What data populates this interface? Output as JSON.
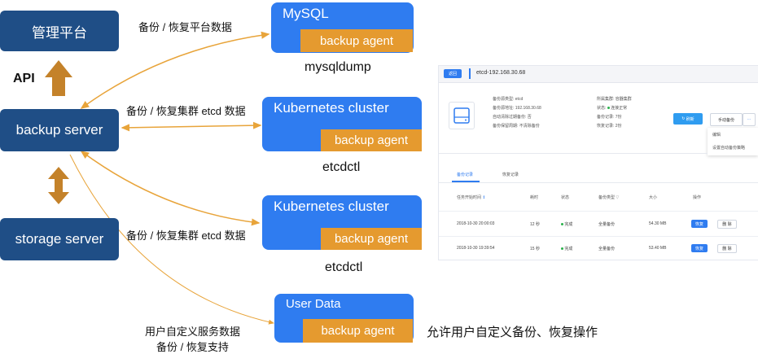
{
  "left": {
    "mgmt": "管理平台",
    "api": "API",
    "backup_server": "backup server",
    "storage_server": "storage server"
  },
  "boxes": {
    "mysql": {
      "title": "MySQL",
      "agent": "backup agent",
      "below": "mysqldump"
    },
    "k8s1": {
      "title": "Kubernetes cluster",
      "agent": "backup agent",
      "below": "etcdctl"
    },
    "k8s2": {
      "title": "Kubernetes cluster",
      "agent": "backup agent",
      "below": "etcdctl"
    },
    "userdata": {
      "title": "User Data",
      "agent": "backup agent"
    }
  },
  "labels": {
    "l1": "备份 / 恢复平台数据",
    "l2": "备份 / 恢复集群 etcd 数据",
    "l3": "备份 / 恢复集群 etcd 数据",
    "l4a": "用户自定义服务数据",
    "l4b": "备份 /  恢复支持",
    "right_note": "允许用户自定义备份、恢复操作"
  },
  "colors": {
    "navy": "#1f4e86",
    "blue": "#2f7cf0",
    "orange": "#e59a2f",
    "line": "#e8a43a"
  },
  "screenshot": {
    "back": "返回",
    "instance": "etcd-192.168.30.68",
    "info_left": [
      {
        "k": "备份源类型:",
        "v": "etcd"
      },
      {
        "k": "备份源地址:",
        "v": "192.168.30.68"
      },
      {
        "k": "自动清除过期备份:",
        "v": "否"
      },
      {
        "k": "备份保留周期:",
        "v": "不清除备份"
      }
    ],
    "info_right": [
      {
        "k": "所属集群:",
        "v": "容器集群"
      },
      {
        "k": "状态:",
        "v": "连接正常"
      },
      {
        "k": "备份记录:",
        "v": "7份"
      },
      {
        "k": "恢复记录:",
        "v": "2份"
      }
    ],
    "refresh": "刷新",
    "manual": "手动备份",
    "more": "···",
    "menu": [
      "编辑",
      "设置自动备份策略"
    ],
    "tabs": [
      "备份记录",
      "恢复记录"
    ],
    "headers": [
      "任务开始时间",
      "耗时",
      "状态",
      "备份类型",
      "大小",
      "操作"
    ],
    "rows": [
      {
        "time": "2018-10-30 20:00:03",
        "dur": "12 秒",
        "status": "完成",
        "type": "全量备份",
        "size": "54.30 MB",
        "restore": "恢复",
        "del": "删 除"
      },
      {
        "time": "2018-10-30 19:39:54",
        "dur": "15 秒",
        "status": "完成",
        "type": "全量备份",
        "size": "53.40 MB",
        "restore": "恢复",
        "del": "删 除"
      }
    ]
  }
}
